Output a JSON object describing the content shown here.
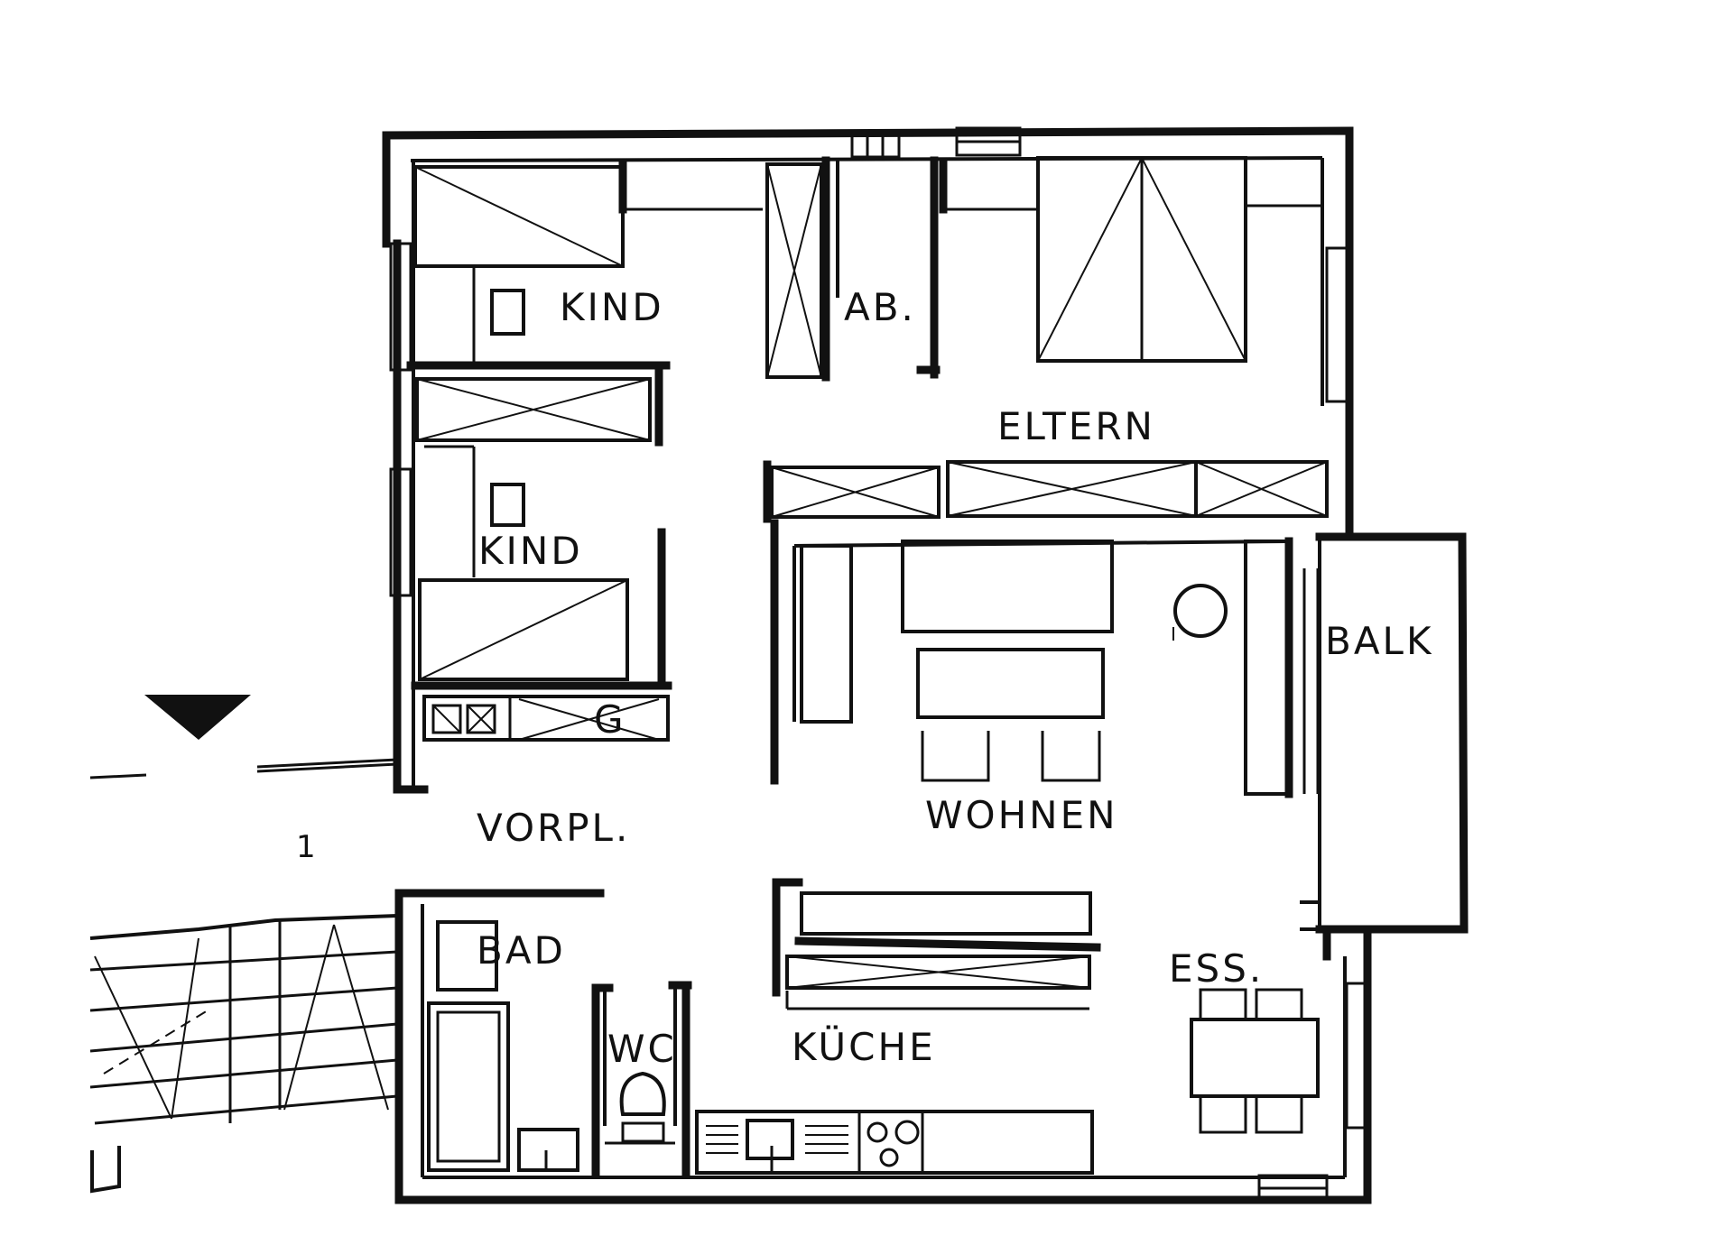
{
  "rooms": {
    "kind_1": "KIND",
    "abstellraum": "AB.",
    "eltern": "ELTERN",
    "kind_2": "KIND",
    "balkon": "BALK",
    "garderobe": "G",
    "vorplatz": "VORPL.",
    "wohnen": "WOHNEN",
    "bad": "BAD",
    "wc": "WC",
    "kueche": "KÜCHE",
    "essen": "ESS."
  },
  "markers": {
    "stair_number": "1"
  }
}
